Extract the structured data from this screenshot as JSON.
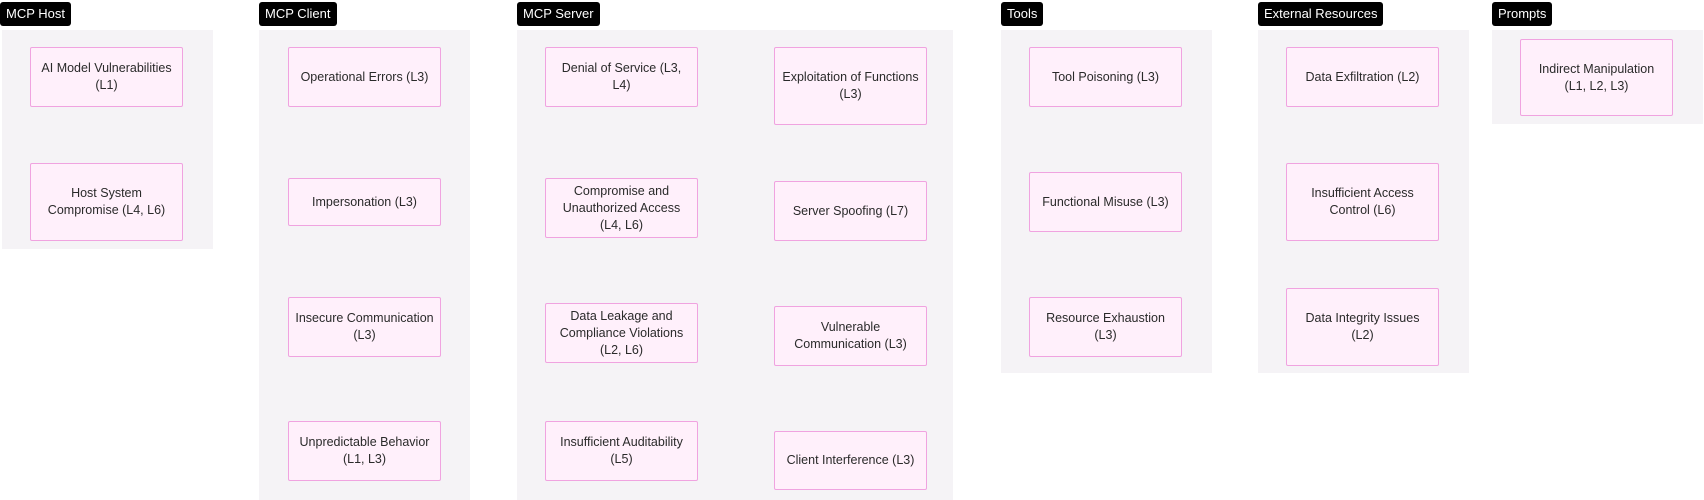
{
  "groups": {
    "host": {
      "title": "MCP Host",
      "nodes": [
        "AI Model Vulnerabilities (L1)",
        "Host System Compromise (L4, L6)"
      ]
    },
    "client": {
      "title": "MCP Client",
      "nodes": [
        "Operational Errors (L3)",
        "Impersonation (L3)",
        "Insecure Communication (L3)",
        "Unpredictable Behavior (L1, L3)"
      ]
    },
    "server": {
      "title": "MCP Server",
      "nodes": [
        "Denial of Service (L3, L4)",
        "Compromise and Unauthorized Access (L4, L6)",
        "Data Leakage and Compliance Violations (L2, L6)",
        "Insufficient Auditability (L5)",
        "Exploitation of Functions (L3)",
        "Server Spoofing (L7)",
        "Vulnerable Communication (L3)",
        "Client Interference (L3)"
      ]
    },
    "tools": {
      "title": "Tools",
      "nodes": [
        "Tool Poisoning (L3)",
        "Functional Misuse (L3)",
        "Resource Exhaustion (L3)"
      ]
    },
    "external": {
      "title": "External Resources",
      "nodes": [
        "Data Exfiltration (L2)",
        "Insufficient Access Control (L6)",
        "Data Integrity Issues (L2)"
      ]
    },
    "prompts": {
      "title": "Prompts",
      "nodes": [
        "Indirect Manipulation (L1, L2, L3)"
      ]
    }
  },
  "colors": {
    "title_bg": "#000000",
    "title_text": "#ffffff",
    "panel_bg": "#f5f3f6",
    "node_bg": "#fff0fb",
    "node_border": "#f0a3e0"
  }
}
